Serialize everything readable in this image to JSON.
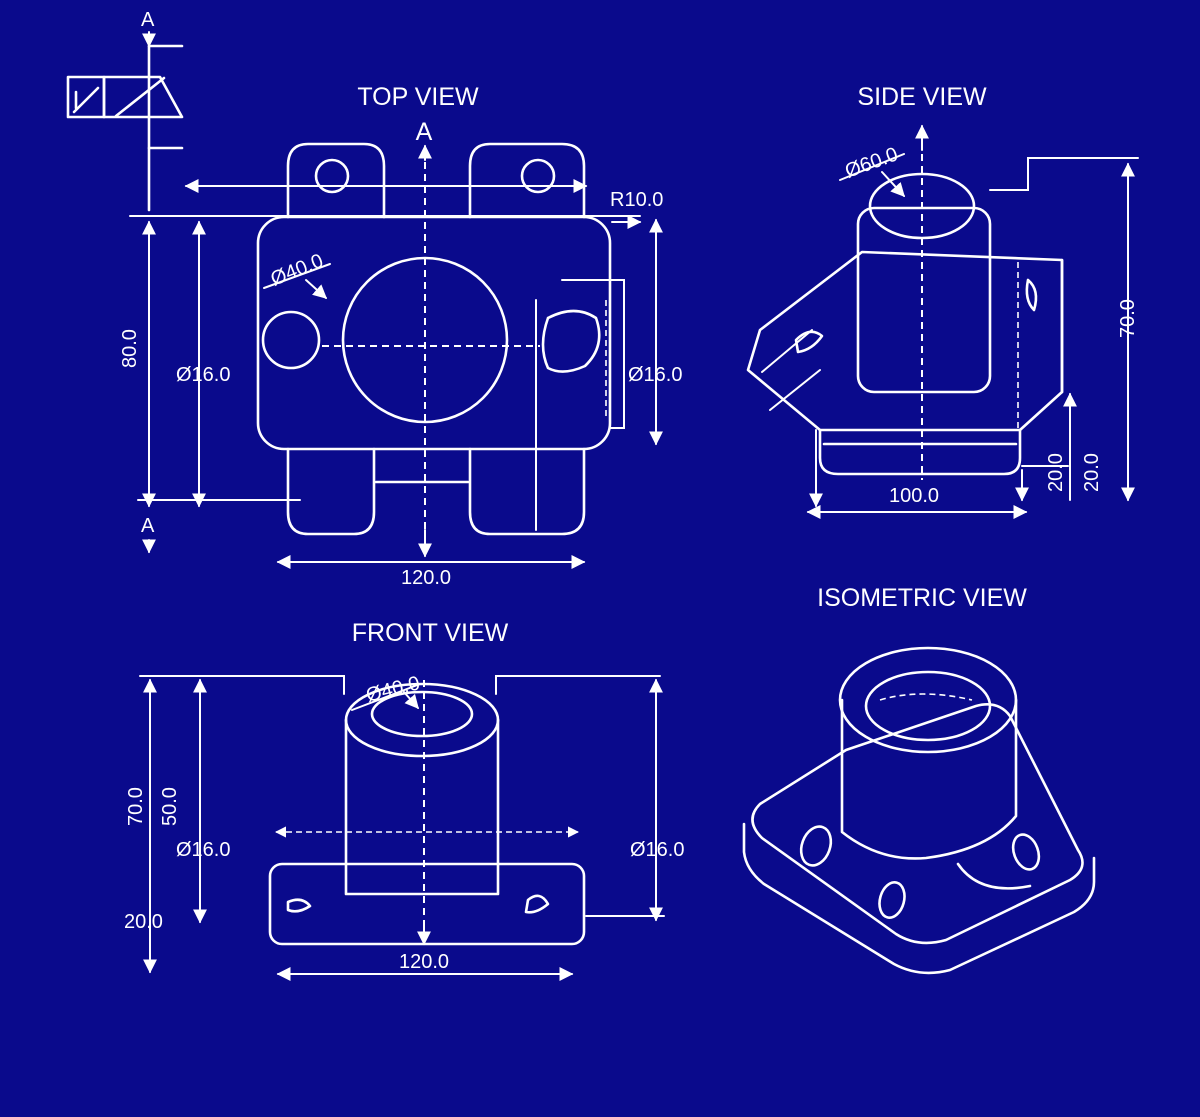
{
  "colors": {
    "background": "#0a0a8c",
    "line": "#ffffff"
  },
  "views": {
    "top": "TOP VIEW",
    "side": "SIDE VIEW",
    "front": "FRONT VIEW",
    "isometric": "ISOMETRIC VIEW"
  },
  "section": {
    "marker_top": "A",
    "marker_bottom": "A",
    "marker_center": "A"
  },
  "dimensions": {
    "top_width": "120.0",
    "top_height": "80.0",
    "top_radius": "R10.0",
    "top_left_dia": "Ø16.0",
    "top_right_dia": "Ø16.0",
    "top_hole_dia": "Ø40.0",
    "side_bore_dia": "Ø60.0",
    "side_width": "100.0",
    "side_height": "70.0",
    "side_base_a": "20.0",
    "side_base_b": "20.0",
    "front_bore_dia": "Ø40.0",
    "front_width": "120.0",
    "front_height": "70.0",
    "front_boss_height": "50.0",
    "front_base_height": "20.0",
    "front_left_dia": "Ø16.0",
    "front_right_dia": "Ø16.0"
  }
}
